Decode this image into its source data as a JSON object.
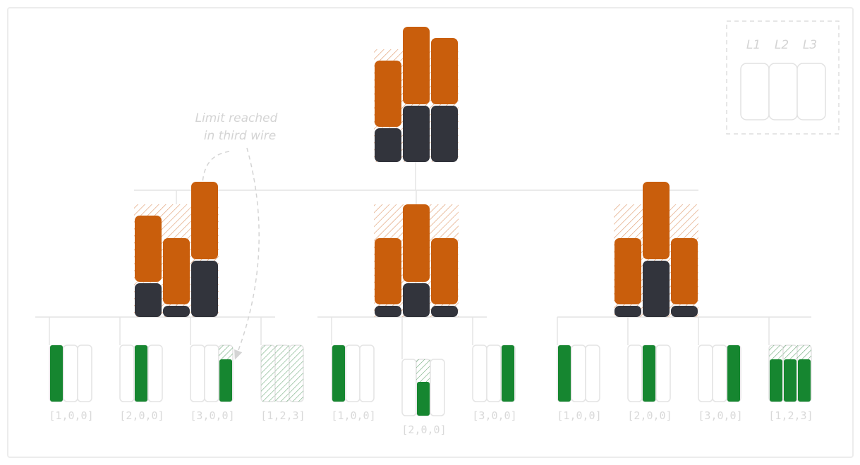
{
  "colors": {
    "orange": "#c95e0c",
    "dark": "#32343c",
    "green": "#168630",
    "line": "#e4e4e4",
    "label": "#d9d9d9",
    "annotation": "#d4d4d4"
  },
  "legend": {
    "labels": [
      "L1",
      "L2",
      "L3"
    ]
  },
  "annotation": {
    "line1": "Limit reached",
    "line2": "in third wire"
  },
  "root": {
    "orange": [
      0.6,
      0.7,
      0.6
    ],
    "dark": [
      0.3,
      0.5,
      0.5
    ]
  },
  "mid": [
    {
      "orange": [
        0.6,
        0.6,
        0.7
      ],
      "dark": [
        0.3,
        0.1,
        0.5
      ]
    },
    {
      "orange": [
        0.6,
        0.7,
        0.6
      ],
      "dark": [
        0.1,
        0.3,
        0.1
      ]
    },
    {
      "orange": [
        0.6,
        0.7,
        0.6
      ],
      "dark": [
        0.1,
        0.5,
        0.1
      ]
    }
  ],
  "leaves": [
    {
      "label": "[1,0,0]",
      "fill": [
        1.0,
        0,
        0
      ],
      "hatch": [
        0,
        0,
        0
      ]
    },
    {
      "label": "[2,0,0]",
      "fill": [
        0,
        1.0,
        0
      ],
      "hatch": [
        0,
        0,
        0
      ]
    },
    {
      "label": "[3,0,0]",
      "fill": [
        0,
        0,
        0.75
      ],
      "hatch": [
        0,
        0,
        0.25
      ]
    },
    {
      "label": "[1,2,3]",
      "fill": [
        0,
        0,
        0
      ],
      "hatch": [
        1,
        1,
        1
      ]
    },
    {
      "label": "[1,0,0]",
      "fill": [
        1.0,
        0,
        0
      ],
      "hatch": [
        0,
        0,
        0
      ]
    },
    {
      "label": "[2,0,0]",
      "fill": [
        0,
        0.6,
        0
      ],
      "hatch": [
        0,
        0.4,
        0
      ]
    },
    {
      "label": "[3,0,0]",
      "fill": [
        0,
        0,
        1.0
      ],
      "hatch": [
        0,
        0,
        0
      ]
    },
    {
      "label": "[1,0,0]",
      "fill": [
        1.0,
        0,
        0
      ],
      "hatch": [
        0,
        0,
        0
      ]
    },
    {
      "label": "[2,0,0]",
      "fill": [
        0,
        1.0,
        0
      ],
      "hatch": [
        0,
        0,
        0
      ]
    },
    {
      "label": "[3,0,0]",
      "fill": [
        0,
        0,
        1.0
      ],
      "hatch": [
        0,
        0,
        0
      ]
    },
    {
      "label": "[1,2,3]",
      "fill": [
        0.75,
        0.75,
        0.75
      ],
      "hatch": [
        0.25,
        0.25,
        0.25
      ]
    }
  ]
}
